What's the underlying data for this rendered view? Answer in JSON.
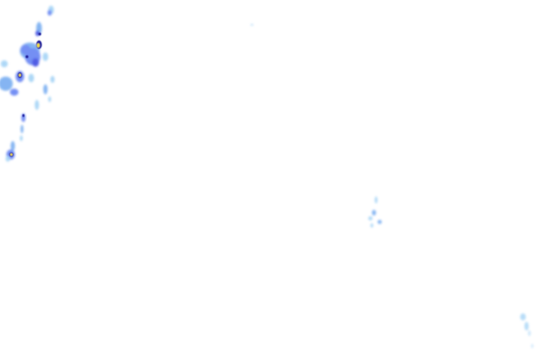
{
  "map": {
    "type": "precipitation-radar-overlay",
    "background": "#ffffff",
    "colors": {
      "light": "#9fd0f5",
      "light_mid": "#6fa8f0",
      "moderate": "#5b7cf2",
      "heavy": "#3340e0",
      "intense": "#1a1a9a",
      "extreme": "#f5e23a"
    },
    "regions": [
      {
        "name": "northwest-cluster"
      },
      {
        "name": "west-band"
      },
      {
        "name": "southwest-cell"
      },
      {
        "name": "central-east-fragments"
      },
      {
        "name": "southeast-fragments"
      }
    ]
  }
}
